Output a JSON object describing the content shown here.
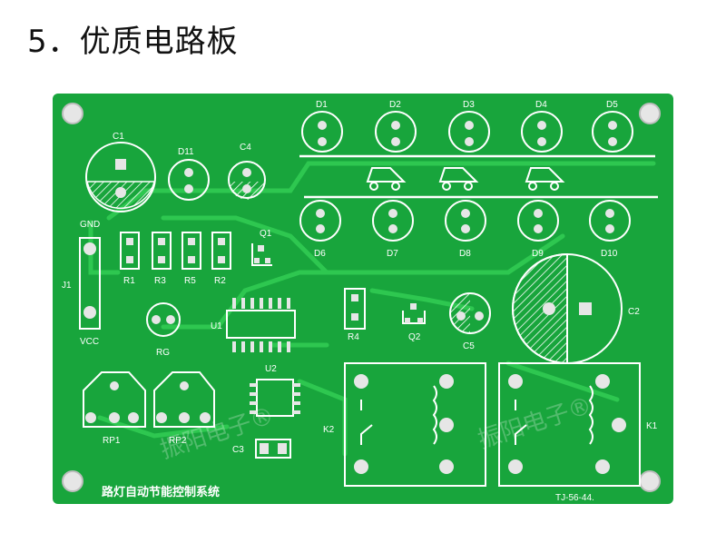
{
  "heading": "5．优质电路板",
  "colors": {
    "board": "#18a53c",
    "trace": "#2ec750",
    "silkscreen": "#ffffff",
    "pad": "#e6e6e6",
    "hole": "#bdbdbd"
  },
  "board_title": "路灯自动节能控制系统",
  "board_code": "TJ-56-44.",
  "watermark": "振阳电子®",
  "labels": {
    "d1": "D1",
    "d2": "D2",
    "d3": "D3",
    "d4": "D4",
    "d5": "D5",
    "d6": "D6",
    "d7": "D7",
    "d8": "D8",
    "d9": "D9",
    "d10": "D10",
    "c1": "C1",
    "d11": "D11",
    "c4": "C4",
    "c2": "C2",
    "c3": "C3",
    "c5": "C5",
    "gnd": "GND",
    "vcc": "VCC",
    "j1": "J1",
    "r1": "R1",
    "r3": "R3",
    "r5": "R5",
    "r2": "R2",
    "r4": "R4",
    "q1": "Q1",
    "q2": "Q2",
    "u1": "U1",
    "u2": "U2",
    "rg": "RG",
    "rp1": "RP1",
    "rp2": "RP2",
    "k1": "K1",
    "k2": "K2"
  }
}
